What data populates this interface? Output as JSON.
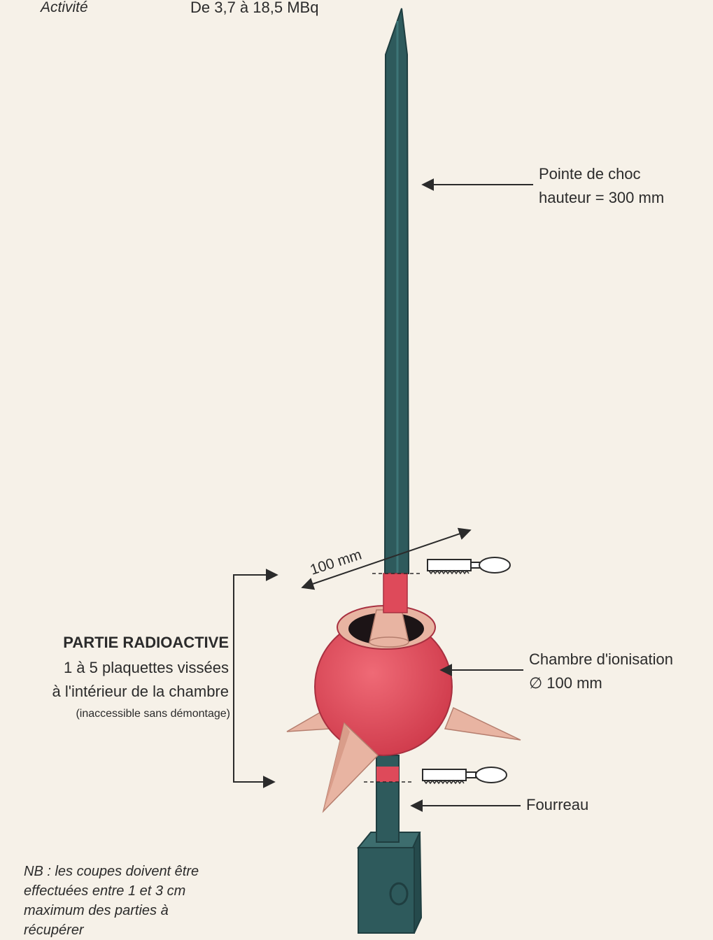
{
  "header": {
    "activity_label": "Activité",
    "activity_value": "De 3,7 à 18,5 MBq"
  },
  "labels": {
    "pointe_line1": "Pointe de choc",
    "pointe_line2": "hauteur = 300 mm",
    "diameter": "100 mm",
    "chambre_line1": "Chambre d'ionisation",
    "chambre_line2": "∅ 100 mm",
    "fourreau": "Fourreau"
  },
  "radioactive": {
    "title": "PARTIE RADIOACTIVE",
    "line1": "1 à 5 plaquettes vissées",
    "line2": "à l'intérieur de la chambre",
    "line3": "(inaccessible sans démontage)"
  },
  "note": {
    "line1": "NB : les coupes doivent être",
    "line2": "effectuées entre 1 et 3 cm",
    "line3": "maximum des parties à",
    "line4": "récupérer"
  },
  "colors": {
    "rod": "#2e5a5c",
    "sphere": "#de4a5a",
    "spike": "#e8b4a2",
    "background": "#f6f1e8"
  }
}
